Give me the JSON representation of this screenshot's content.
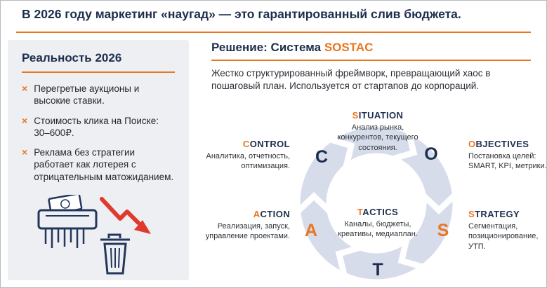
{
  "colors": {
    "navy": "#1d2e4d",
    "orange": "#e87722",
    "panel_gray": "#edeff2",
    "ring": "#d7dceb",
    "red": "#e0392e"
  },
  "header": {
    "title": "В 2026 году маркетинг «наугад» — это гарантированный слив бюджета."
  },
  "left_panel": {
    "title": "Реальность 2026",
    "bullets": [
      {
        "marker": "×",
        "text": "Перегретые аукционы и высокие ставки."
      },
      {
        "marker": "×",
        "text": "Стоимость клика на Поиске: 30–600₽."
      },
      {
        "marker": "×",
        "text": "Реклама без стратегии работает как лотерея с отрицательным матожиданием."
      }
    ],
    "icon": "shredder-money-trash-with-down-arrow"
  },
  "right_panel": {
    "title_prefix": "Решение: Система ",
    "title_highlight": "SOSTAC",
    "subtitle": "Жестко структурированный фреймворк, превращающий хаос в пошаговый план. Используется от стартапов до корпораций.",
    "diagram": {
      "type": "cycle-ring",
      "flow": "clockwise",
      "ring_letters": [
        {
          "letter": "C",
          "color": "navy"
        },
        {
          "letter": "O",
          "color": "navy"
        },
        {
          "letter": "S",
          "color": "orange"
        },
        {
          "letter": "T",
          "color": "navy"
        },
        {
          "letter": "A",
          "color": "orange"
        }
      ],
      "stages": [
        {
          "key": "situation",
          "first": "S",
          "rest": "ITUATION",
          "desc": "Анализ рынка, конкурентов, текущего состояния."
        },
        {
          "key": "objectives",
          "first": "O",
          "rest": "BJECTIVES",
          "desc": "Постановка целей: SMART, KPI, метрики."
        },
        {
          "key": "strategy",
          "first": "S",
          "rest": "TRATEGY",
          "desc": "Сегментация, позиционирование, УТП."
        },
        {
          "key": "tactics",
          "first": "T",
          "rest": "ACTICS",
          "desc": "Каналы, бюджеты, креативы, медиаплан."
        },
        {
          "key": "action",
          "first": "A",
          "rest": "CTION",
          "desc": "Реализация, запуск, управление проектами."
        },
        {
          "key": "control",
          "first": "C",
          "rest": "ONTROL",
          "desc": "Аналитика, отчетность, оптимизация."
        }
      ]
    }
  }
}
